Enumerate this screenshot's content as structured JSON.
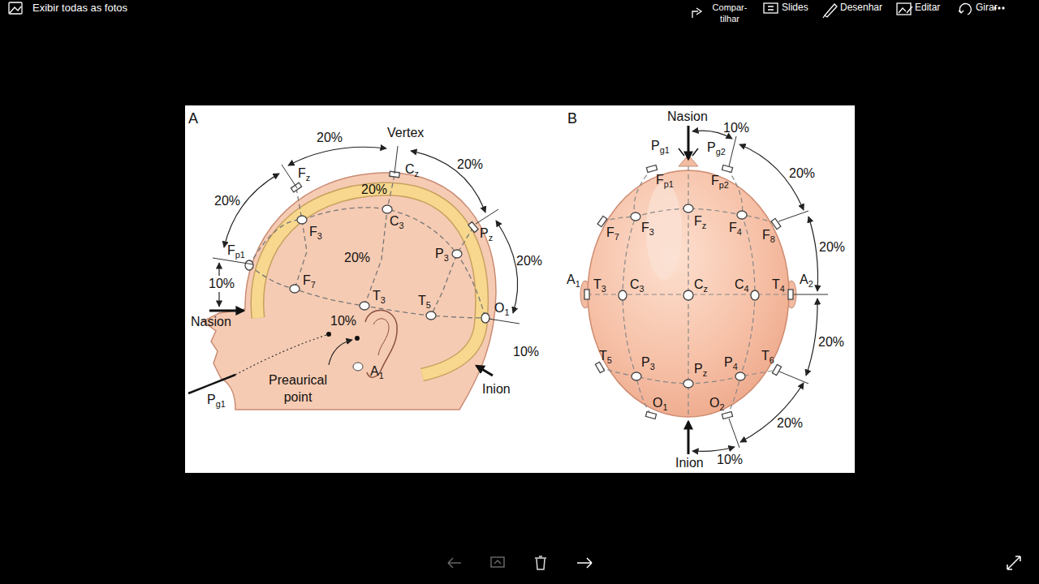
{
  "diagram": {
    "labels": [
      "Exibir todas as fotos",
      "Compar- tilhar",
      "Slides",
      "Desenhar",
      "Editar",
      "Girar",
      "A",
      "20%",
      "Vertex",
      "Cz",
      "20%",
      "Fz",
      "20%",
      "20%",
      "F3",
      "C3",
      "Pz",
      "Fp1",
      "P3",
      "20%",
      "20%",
      "10%",
      "F7",
      "T3",
      "T5",
      "O1",
      "Nasion",
      "10%",
      "10%",
      "A1",
      "Preaurical point",
      "Inion",
      "Pg1",
      "B",
      "Nasion",
      "10%",
      "Pg1",
      "Pg2",
      "20%",
      "Fp1",
      "Fp2",
      "F7",
      "F3",
      "Fz",
      "F4",
      "F8",
      "20%",
      "A1",
      "T3",
      "C3",
      "Cz",
      "C4",
      "T4",
      "A2",
      "20%",
      "T5",
      "P3",
      "Pz",
      "P4",
      "T6",
      "O1",
      "O2",
      "20%",
      "Inion",
      "10%"
    ]
  }
}
